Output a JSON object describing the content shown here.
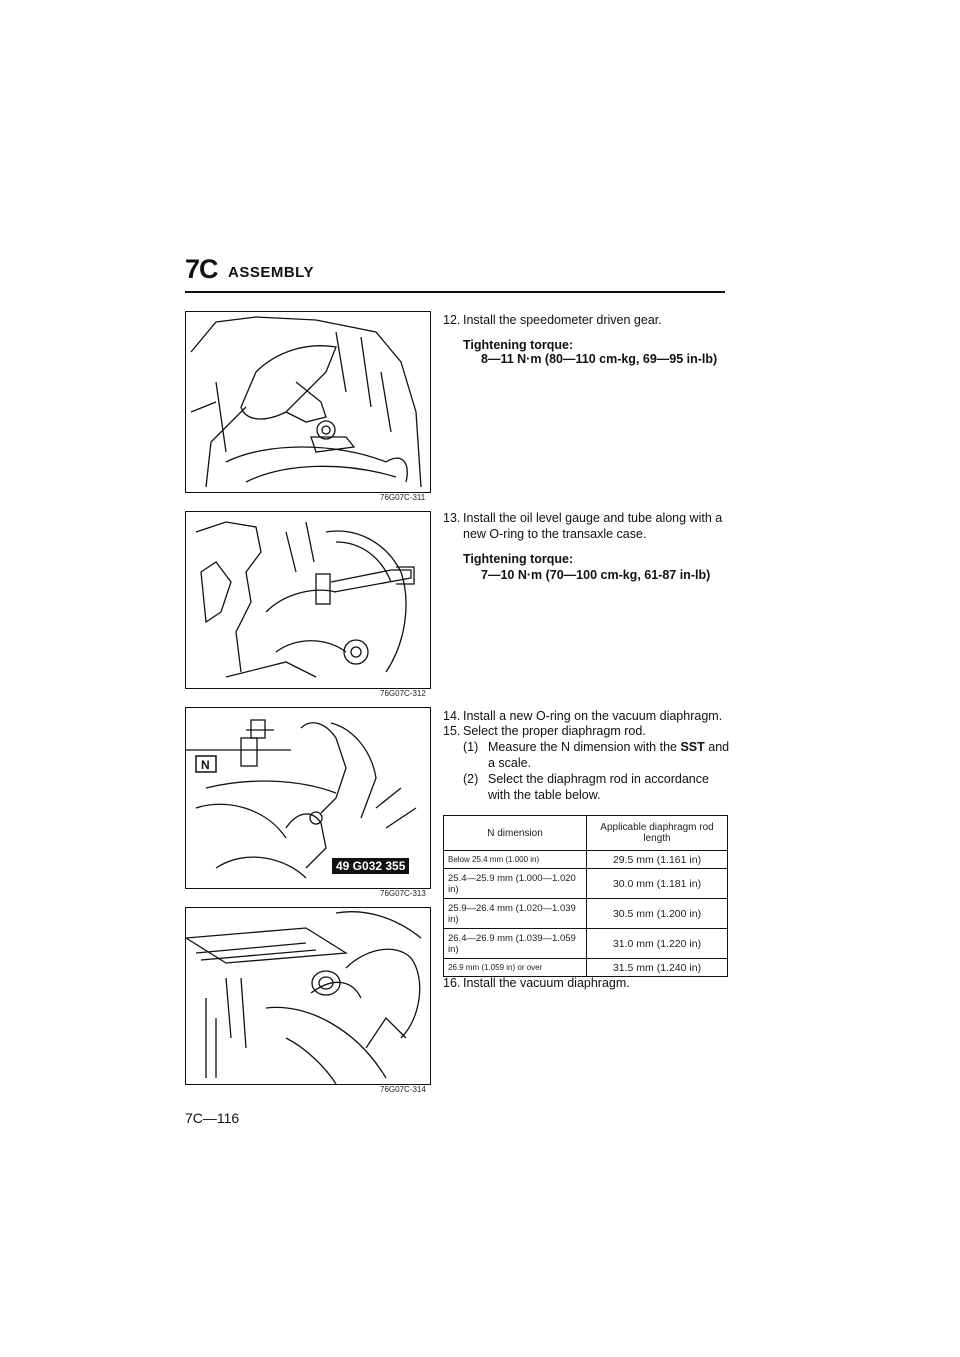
{
  "header": {
    "section_code": "7C",
    "section_title": "ASSEMBLY"
  },
  "figures": [
    {
      "id": "76G07C-311",
      "illustration": "speedometer-driven-gear-install"
    },
    {
      "id": "76G07C-312",
      "illustration": "oil-level-gauge-tube-install"
    },
    {
      "id": "76G07C-313",
      "illustration": "n-dimension-measurement",
      "labels": {
        "n": "N",
        "sst": "49 G032 355"
      }
    },
    {
      "id": "76G07C-314",
      "illustration": "vacuum-diaphragm-install"
    }
  ],
  "steps": {
    "s12": {
      "num": "12.",
      "text": "Install the speedometer driven gear.",
      "torque_label": "Tightening torque:",
      "torque_value": "8—11 N·m (80—110 cm-kg, 69—95 in-lb)"
    },
    "s13": {
      "num": "13.",
      "text": "Install the oil level gauge and tube along with a new O-ring to the transaxle case.",
      "torque_label": "Tightening torque:",
      "torque_value": "7—10 N·m (70—100 cm-kg, 61-87 in-lb)"
    },
    "s14": {
      "num": "14.",
      "text": "Install a new O-ring on the vacuum diaphragm."
    },
    "s15": {
      "num": "15.",
      "text": "Select the proper diaphragm rod.",
      "sub1_num": "(1)",
      "sub1_pre": "Measure the N dimension with the",
      "sub1_bold": "SST",
      "sub1_post": "and a scale.",
      "sub2_num": "(2)",
      "sub2_text": "Select the diaphragm rod in accordance with the table below."
    },
    "s16": {
      "num": "16.",
      "text": "Install the vacuum diaphragm."
    }
  },
  "table": {
    "headers": [
      "N dimension",
      "Applicable diaphragm rod length"
    ],
    "rows": [
      [
        "Below 25.4 mm (1.000 in)",
        "29.5 mm (1.161 in)"
      ],
      [
        "25.4—25.9 mm (1.000—1.020 in)",
        "30.0 mm (1.181 in)"
      ],
      [
        "25.9—26.4 mm (1.020—1.039 in)",
        "30.5 mm (1.200 in)"
      ],
      [
        "26.4—26.9 mm (1.039—1.059 in)",
        "31.0 mm (1.220 in)"
      ],
      [
        "26.9 mm (1.059 in) or over",
        "31.5 mm (1.240 in)"
      ]
    ]
  },
  "footer": {
    "page_number": "7C—116"
  }
}
